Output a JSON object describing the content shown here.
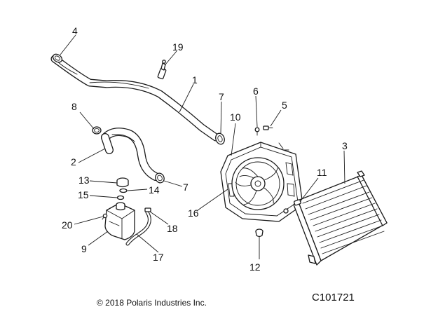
{
  "diagram": {
    "callouts": [
      {
        "id": "c1",
        "label": "1"
      },
      {
        "id": "c2",
        "label": "2"
      },
      {
        "id": "c3",
        "label": "3"
      },
      {
        "id": "c4",
        "label": "4"
      },
      {
        "id": "c5",
        "label": "5"
      },
      {
        "id": "c6",
        "label": "6"
      },
      {
        "id": "c7a",
        "label": "7"
      },
      {
        "id": "c7b",
        "label": "7"
      },
      {
        "id": "c8",
        "label": "8"
      },
      {
        "id": "c9",
        "label": "9"
      },
      {
        "id": "c10",
        "label": "10"
      },
      {
        "id": "c11",
        "label": "11"
      },
      {
        "id": "c12",
        "label": "12"
      },
      {
        "id": "c13",
        "label": "13"
      },
      {
        "id": "c14",
        "label": "14"
      },
      {
        "id": "c15",
        "label": "15"
      },
      {
        "id": "c16",
        "label": "16"
      },
      {
        "id": "c17",
        "label": "17"
      },
      {
        "id": "c18",
        "label": "18"
      },
      {
        "id": "c19",
        "label": "19"
      },
      {
        "id": "c20",
        "label": "20"
      }
    ],
    "copyright": "© 2018 Polaris Industries Inc.",
    "drawing_code": "C101721"
  }
}
